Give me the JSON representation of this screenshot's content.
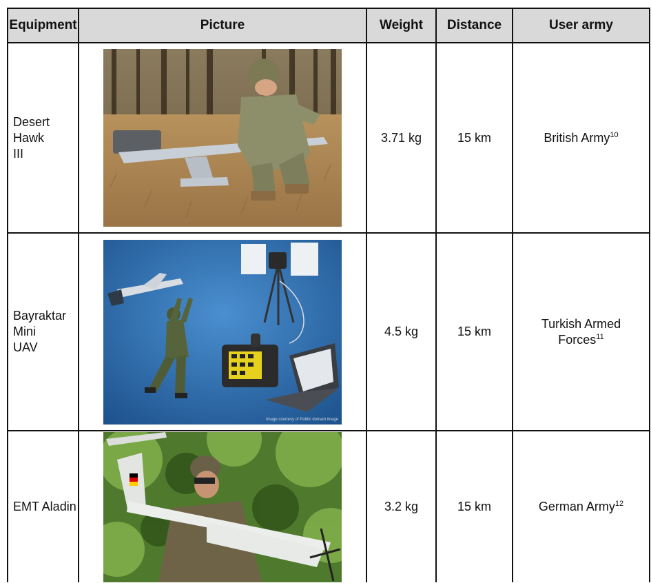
{
  "table": {
    "headers": [
      "Equipment",
      "Picture",
      "Weight",
      "Distance",
      "User army"
    ],
    "rows": [
      {
        "equipment_line1": "Desert Hawk",
        "equipment_line2": "III",
        "picture_alt": "Soldier crouching beside a grey drone on dry grass",
        "weight": "3.71 kg",
        "distance": "15 km",
        "army_line1": "British Army",
        "army_line2": "",
        "footnote": "10"
      },
      {
        "equipment_line1": "Bayraktar Mini",
        "equipment_line2": "UAV",
        "picture_alt": "Soldier launching mini UAV, antenna tripod, control unit and laptop on blue background",
        "picture_caption": "Image courtesy of Public domain image",
        "weight": "4.5 kg",
        "distance": "15 km",
        "army_line1": "Turkish Armed",
        "army_line2": "Forces",
        "footnote": "11"
      },
      {
        "equipment_line1": "EMT Aladin",
        "equipment_line2": "",
        "picture_alt": "Soldier holding a white drone in a forest",
        "weight": "3.2 kg",
        "distance": "15 km",
        "army_line1": "German Army",
        "army_line2": "",
        "footnote": "12"
      }
    ]
  }
}
